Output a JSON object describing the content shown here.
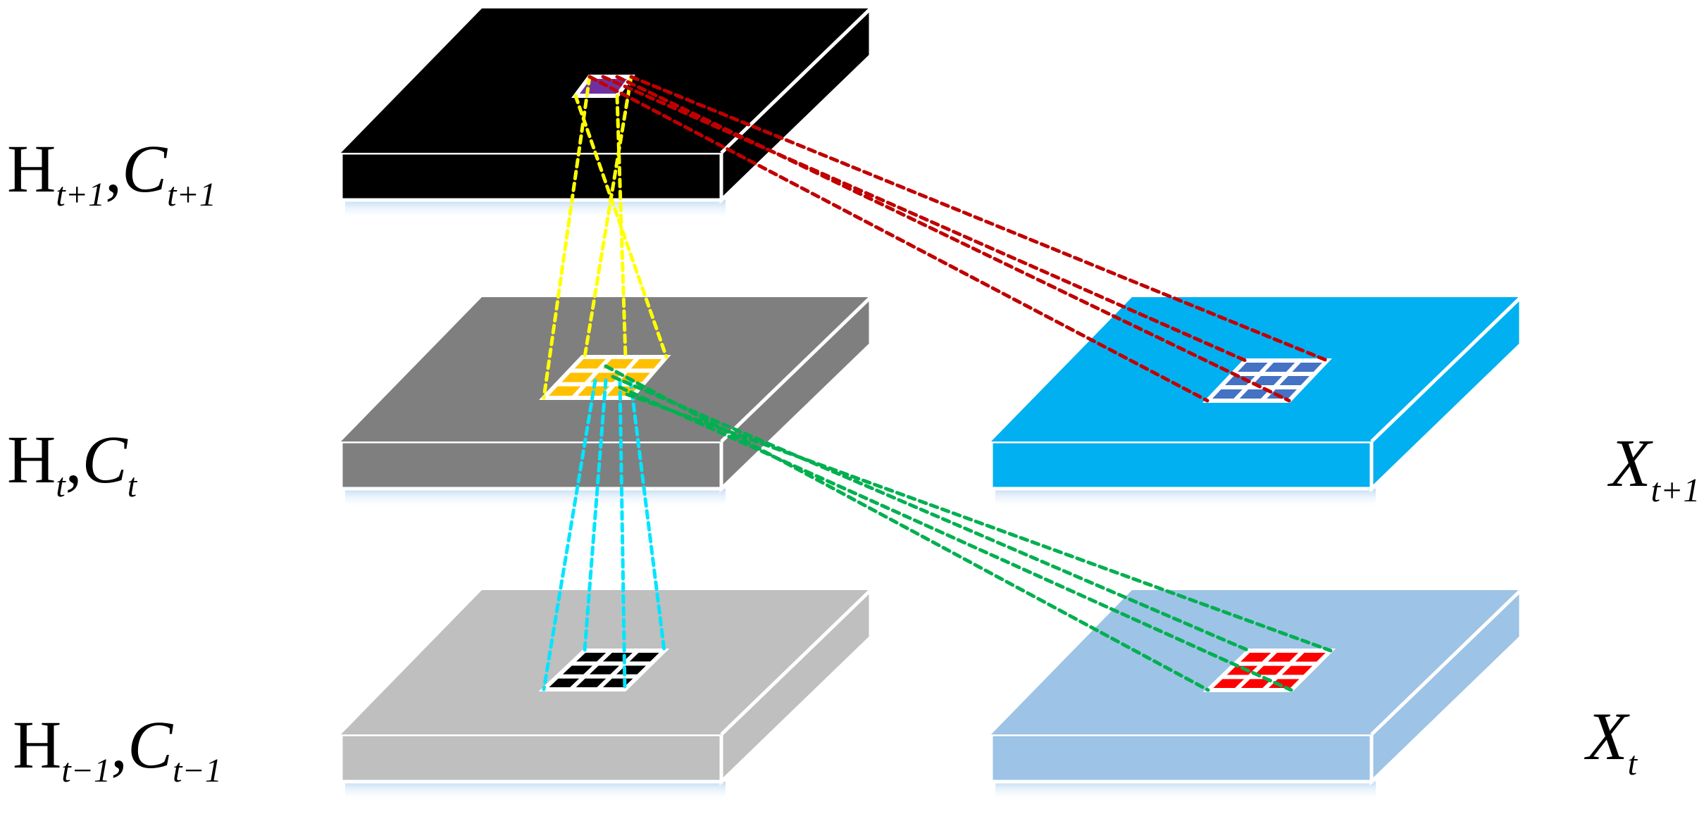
{
  "labels": {
    "h_next": {
      "h": "H",
      "h_sub": "t+1",
      "comma": ",",
      "c": "C",
      "c_sub": "t+1"
    },
    "h_curr": {
      "h": "H",
      "h_sub": "t",
      "comma": ",",
      "c": "C",
      "c_sub": "t"
    },
    "h_prev": {
      "h": "H",
      "h_sub": "t−1",
      "comma": ",",
      "c": "C",
      "c_sub": "t−1"
    },
    "x_next": {
      "x": "X",
      "x_sub": "t+1"
    },
    "x_curr": {
      "x": "X",
      "x_sub": "t"
    }
  },
  "colors": {
    "block_h_next": "#000000",
    "block_h_curr": "#7f7f7f",
    "block_h_prev": "#bfbfbf",
    "block_x_next": "#00b0f0",
    "block_x_curr": "#9dc3e6",
    "patch_h_next": "#7030a0",
    "patch_h_curr": "#ffc000",
    "patch_h_prev": "#000000",
    "patch_x_next": "#4472c4",
    "patch_x_curr": "#ff0000",
    "lines_h_curr_to_h_next": "#ffff00",
    "lines_x_next_to_h_next": "#c00000",
    "lines_h_prev_to_h_curr": "#00e5ff",
    "lines_x_curr_to_h_curr": "#00b050"
  }
}
